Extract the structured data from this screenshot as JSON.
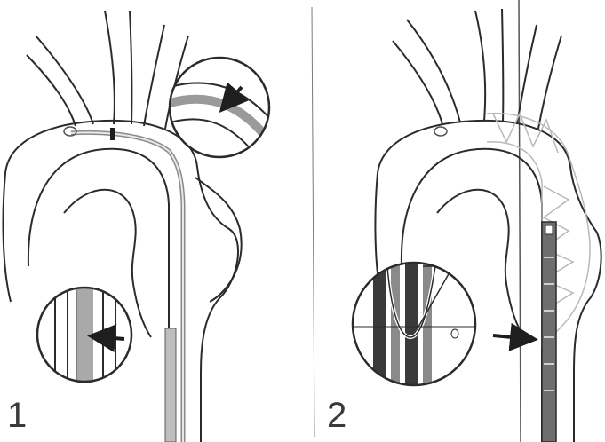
{
  "panels": [
    {
      "label": "1"
    },
    {
      "label": "2"
    }
  ],
  "colors": {
    "line": "#2b2b2b",
    "wire": "#8a8a8a",
    "wire_light": "#cfcfcf",
    "stent": "#b9b9b9",
    "background": "#ffffff"
  },
  "icons": [
    "arrow-icon",
    "magnifier-circle",
    "stent-graft",
    "aortic-arch",
    "aneurysm-bulge"
  ]
}
